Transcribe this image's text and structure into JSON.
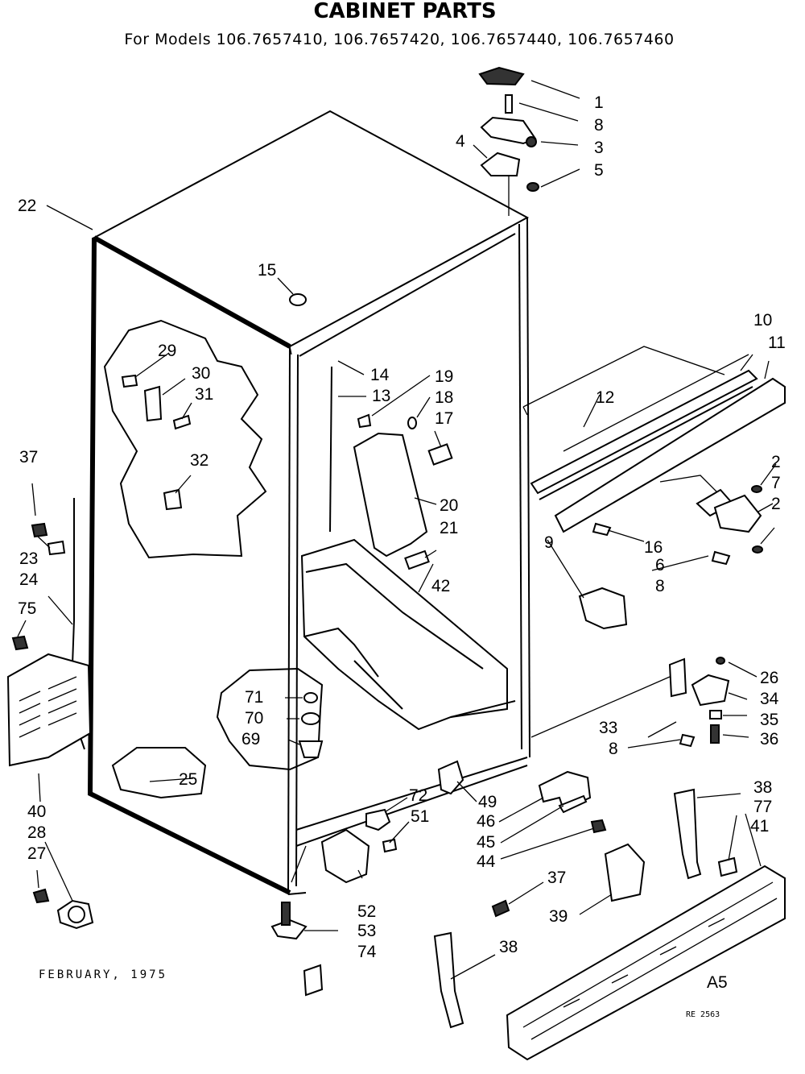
{
  "header": {
    "title": "CABINET PARTS",
    "subtitle": "For Models 106.7657410, 106.7657420, 106.7657440, 106.7657460"
  },
  "footer": {
    "date": "FEBRUARY, 1975",
    "code_a": "A5",
    "code_b": "RE 2563"
  },
  "callouts": [
    "1",
    "8",
    "3",
    "4",
    "5",
    "22",
    "15",
    "29",
    "30",
    "31",
    "32",
    "14",
    "13",
    "19",
    "18",
    "17",
    "20",
    "21",
    "12",
    "10",
    "11",
    "2",
    "7",
    "2",
    "16",
    "6",
    "8",
    "9",
    "42",
    "26",
    "34",
    "35",
    "36",
    "33",
    "8",
    "37",
    "23",
    "24",
    "75",
    "71",
    "70",
    "69",
    "25",
    "40",
    "28",
    "27",
    "72",
    "51",
    "49",
    "46",
    "45",
    "44",
    "38",
    "77",
    "41",
    "37",
    "39",
    "52",
    "53",
    "74",
    "38"
  ]
}
